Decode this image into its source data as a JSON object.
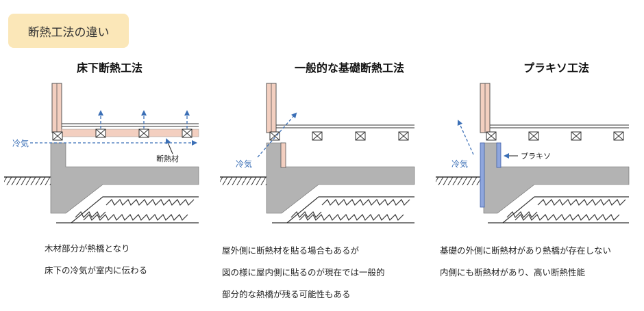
{
  "badge": {
    "text": "断熱工法の違い"
  },
  "panels": [
    {
      "title": "床下断熱工法",
      "caption_lines": [
        "木材部分が熱橋となり",
        "床下の冷気が室内に伝わる"
      ],
      "cold_air_label": "冷気",
      "insulation_label": "断熱材"
    },
    {
      "title": "一般的な基礎断熱工法",
      "caption_lines": [
        "屋外側に断熱材を貼る場合もあるが",
        "図の様に屋内側に貼るのが現在では一般的",
        "部分的な熱橋が残る可能性もある"
      ],
      "cold_air_label": "冷気"
    },
    {
      "title": "プラキソ工法",
      "caption_lines": [
        "基礎の外側に断熱材があり熱橋が存在しない",
        "内側にも断熱材があり、高い断熱性能"
      ],
      "cold_air_label": "冷気",
      "product_label": "プラキソ"
    }
  ],
  "colors": {
    "badge_bg": "#fbe7b8",
    "concrete": "#b3b3b3",
    "insulation_pink": "#f3cfc0",
    "plakiso_blue": "#8fa6dd",
    "arrow_blue": "#3b6fb6"
  }
}
